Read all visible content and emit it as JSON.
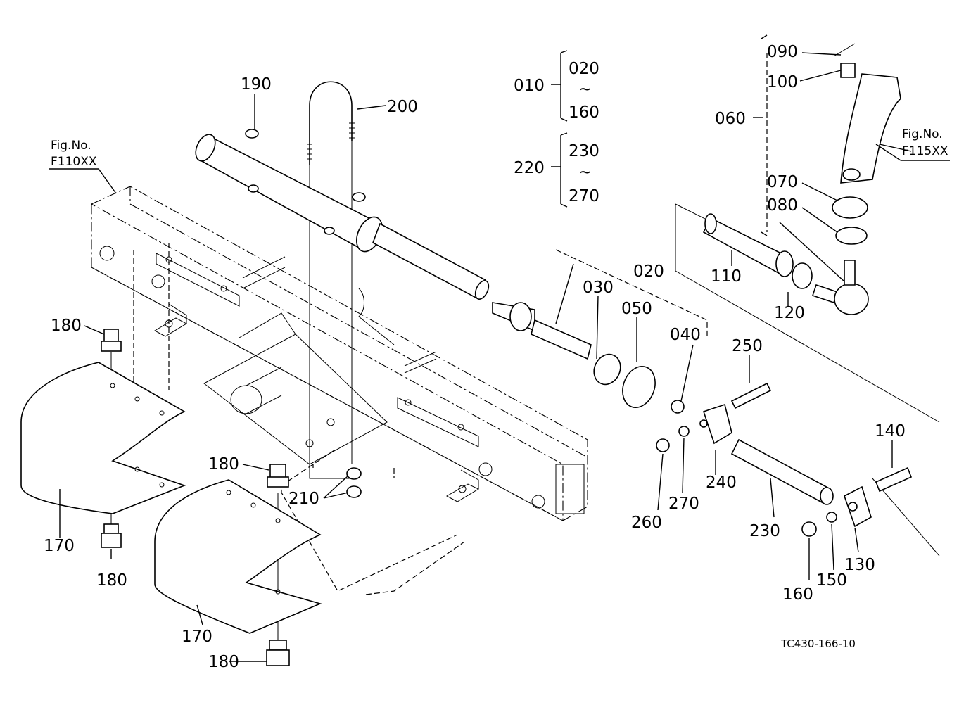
{
  "diagram": {
    "drawing_code": "TC430-166-10",
    "fig_refs": [
      {
        "id": "fig-f110",
        "caption": "Fig.No.",
        "number": "F110XX"
      },
      {
        "id": "fig-f115",
        "caption": "Fig.No.",
        "number": "F115XX"
      }
    ],
    "groups": [
      {
        "id": "group-010",
        "label": "010",
        "from": "020",
        "tilde": "~",
        "to": "160"
      },
      {
        "id": "group-220",
        "label": "220",
        "from": "230",
        "tilde": "~",
        "to": "270"
      }
    ],
    "labels": {
      "p190": "190",
      "p200": "200",
      "p180a": "180",
      "p180b": "180",
      "p180c": "180",
      "p180d": "180",
      "p170a": "170",
      "p170b": "170",
      "p210": "210",
      "p030": "030",
      "p020": "020",
      "p050": "050",
      "p040": "040",
      "p110": "110",
      "p120": "120",
      "p090": "090",
      "p100": "100",
      "p060": "060",
      "p070": "070",
      "p080": "080",
      "p250": "250",
      "p240": "240",
      "p270": "270",
      "p260": "260",
      "p230": "230",
      "p140": "140",
      "p130": "130",
      "p150": "150",
      "p160": "160"
    }
  }
}
